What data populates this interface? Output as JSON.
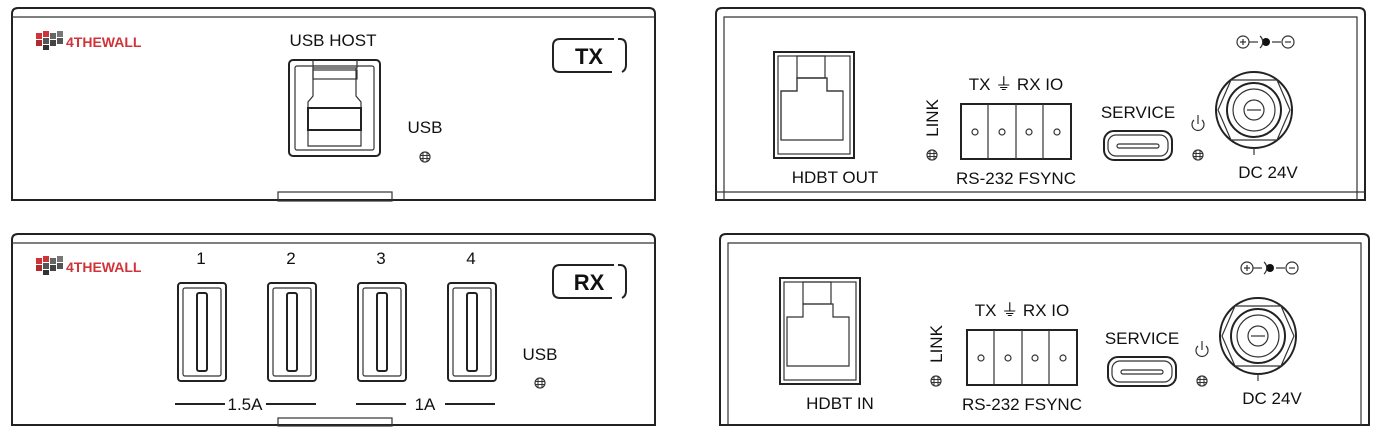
{
  "brand": {
    "logo_text": "4THEWALL",
    "color": "#d0343a"
  },
  "tx_front": {
    "usb_host_label": "USB HOST",
    "usb_led_label": "USB",
    "badge": "TX"
  },
  "tx_rear": {
    "hdbt_label": "HDBT OUT",
    "link_label": "LINK",
    "terminal_top_label": "TX ⏚ RX IO",
    "terminal_bottom_label": "RS-232  FSYNC",
    "service_label": "SERVICE",
    "dc_label": "DC 24V"
  },
  "rx_front": {
    "port_numbers": [
      "1",
      "2",
      "3",
      "4"
    ],
    "current_labels": [
      "1.5A",
      "1A"
    ],
    "usb_led_label": "USB",
    "badge": "RX"
  },
  "rx_rear": {
    "hdbt_label": "HDBT IN",
    "link_label": "LINK",
    "terminal_top_label": "TX ⏚ RX IO",
    "terminal_bottom_label": "RS-232  FSYNC",
    "service_label": "SERVICE",
    "dc_label": "DC 24V"
  }
}
